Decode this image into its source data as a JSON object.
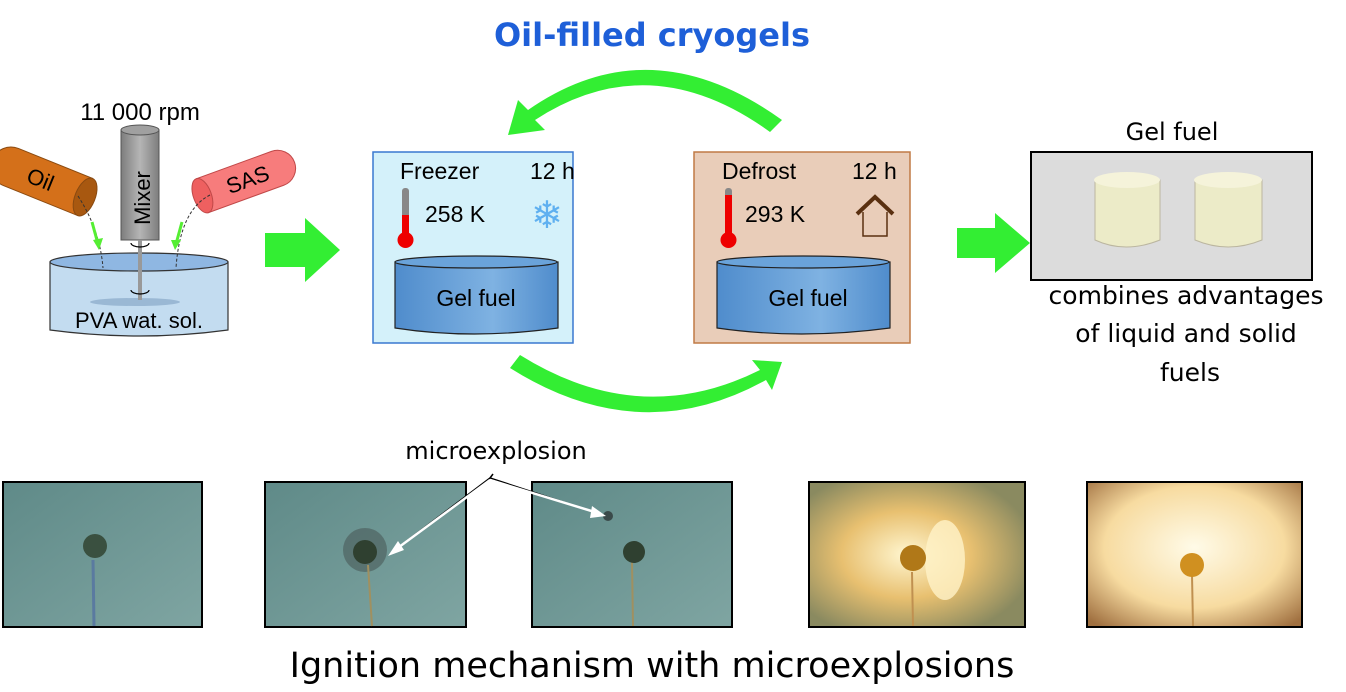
{
  "title": "Oil-filled cryogels",
  "mixing": {
    "speed": "11 000 rpm",
    "mixer_label": "Mixer",
    "oil_label": "Oil",
    "sas_label": "SAS",
    "solution_label": "PVA wat. sol."
  },
  "freezer": {
    "label": "Freezer",
    "duration": "12 h",
    "temperature": "258 K",
    "container_label": "Gel fuel",
    "icon": "snowflake-icon"
  },
  "defrost": {
    "label": "Defrost",
    "duration": "12 h",
    "temperature": "293 K",
    "container_label": "Gel fuel",
    "icon": "house-icon"
  },
  "product": {
    "label": "Gel fuel",
    "description_lines": [
      "combines advantages",
      "of liquid and solid",
      "fuels"
    ]
  },
  "ignition": {
    "annotation": "microexplosion",
    "caption": "Ignition mechanism with microexplosions"
  },
  "colors": {
    "title": "#1e5fd8",
    "arrow": "#33ee33",
    "freezer_bg": "#d4f1fa",
    "defrost_bg": "#e9cdb9",
    "container": "#5b97d2"
  }
}
